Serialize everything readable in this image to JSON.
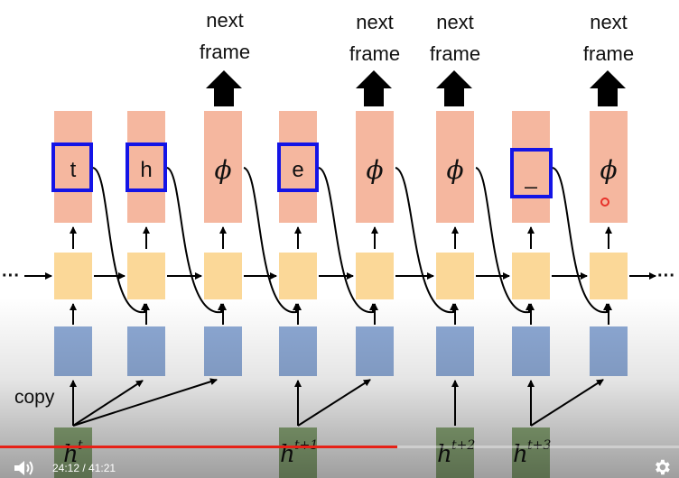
{
  "diagram": {
    "top_label_line1": "next",
    "top_label_line2": "frame",
    "copy_label": "copy",
    "ellipsis": "···",
    "columns": [
      {
        "output": "t",
        "boxed": true,
        "next_frame": false
      },
      {
        "output": "h",
        "boxed": true,
        "next_frame": false
      },
      {
        "output": "ϕ",
        "boxed": false,
        "next_frame": true
      },
      {
        "output": "e",
        "boxed": true,
        "next_frame": false
      },
      {
        "output": "ϕ",
        "boxed": false,
        "next_frame": true
      },
      {
        "output": "ϕ",
        "boxed": false,
        "next_frame": true
      },
      {
        "output": "_",
        "boxed": true,
        "next_frame": false
      },
      {
        "output": "ϕ",
        "boxed": false,
        "next_frame": true
      }
    ],
    "hidden_states": [
      "h",
      "h",
      "h",
      "h"
    ],
    "hidden_superscripts": [
      "t",
      "t+1",
      "t+2",
      "t+3"
    ],
    "colors": {
      "output_box": "#f5b79f",
      "rnn_cell": "#fbd898",
      "input_box": "#8eaad6",
      "hidden_box": "#93b27f",
      "highlight": "#1414e6",
      "cursor_dot": "#e8322a"
    }
  },
  "player": {
    "time_display": "24:12 / 41:21",
    "progress_fraction": 0.5853,
    "volume_icon": "speaker-icon",
    "settings_icon": "gear-icon"
  }
}
